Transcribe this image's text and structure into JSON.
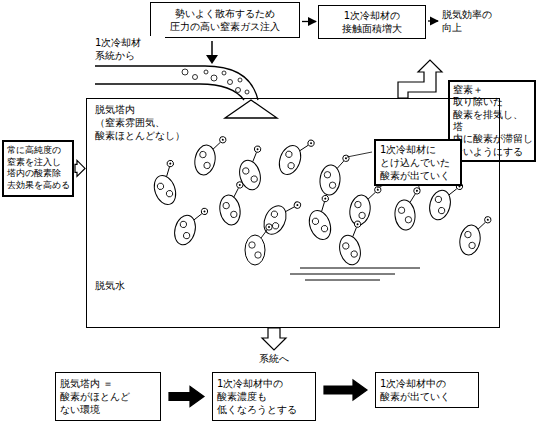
{
  "diagram": {
    "nodes": [
      {
        "text": [
          "勢いよく散布するため 圧力の高い窒素ガス注入"
        ]
      },
      {
        "text": [
          "1次冷却材の 接触面積増大"
        ]
      },
      {
        "text": [
          "脱気効率の 向上"
        ]
      },
      {
        "text": [
          "窒素＋取り除いた 酸素を排気し、塔 内に酸素が滞留し ないようにする"
        ]
      },
      {
        "text": [
          "脱気塔内 （窒素雰囲気、 酸素ほとんどなし）",
          "脱気水"
        ]
      },
      {
        "text": [
          "常に高純度の 窒素を注入し 塔内の酸素除 去効果を高める"
        ]
      },
      {
        "text": [
          "1次冷却材に とけ込んでいた 酸素が出ていく"
        ],
        "in": 4
      },
      {
        "text": [
          "脱気塔内 ＝酸素がほとんど ない環境"
        ]
      },
      {
        "text": [
          "1次冷却材中の 酸素濃度も 低くなろうとする"
        ]
      },
      {
        "text": [
          "1次冷却材中の 酸素が出ていく"
        ]
      }
    ],
    "edges": [
      {
        "from": 0,
        "to": 1,
        "arrow": "to"
      },
      {
        "from": 1,
        "to": 2,
        "arrow": "to"
      },
      {
        "from": 5,
        "to": 4,
        "arrow": "to"
      },
      {
        "from": 7,
        "to": 8,
        "arrow": "to"
      },
      {
        "from": 8,
        "to": 9,
        "arrow": "to"
      }
    ],
    "labels": [
      "1次冷却材 系統から",
      "系統へ"
    ]
  }
}
